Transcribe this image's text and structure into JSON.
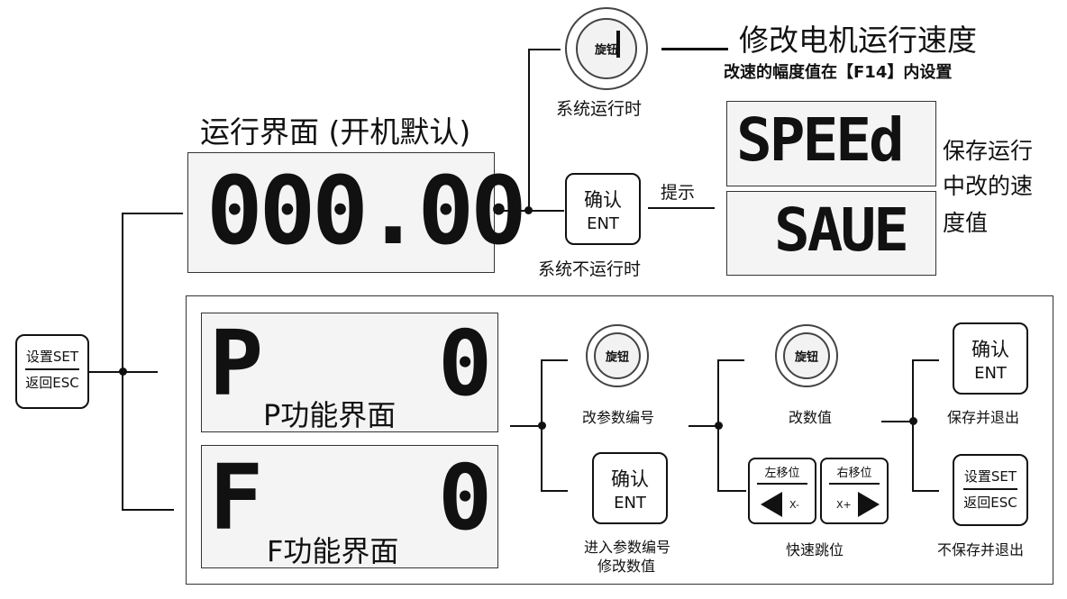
{
  "motor_title": "修改电机运行速度",
  "motor_sub": "改速的幅度值在【F14】内设置",
  "run_title": "运行界面 (开机默认)",
  "run_display": "000.00",
  "knob_label": "旋钮",
  "knob1_caption": "系统运行时",
  "ent_top": "确认",
  "ent_bottom": "ENT",
  "ent1_caption": "系统不运行时",
  "hint_label": "提示",
  "speed_display": "SPEEd",
  "save_display": "SAUE",
  "save_note_1": "保存运行",
  "save_note_2": "中改的速",
  "save_note_3": "度值",
  "set_label": "设置SET",
  "esc_label": "返回ESC",
  "p_letter": "P",
  "p_value": "0",
  "p_caption": "P功能界面",
  "f_letter": "F",
  "f_value": "0",
  "f_caption": "F功能界面",
  "knob2_caption": "改参数编号",
  "ent2_caption_1": "进入参数编号",
  "ent2_caption_2": "修改数值",
  "knob3_caption": "改数值",
  "left_shift": "左移位",
  "right_shift": "右移位",
  "xminus": "X-",
  "xplus": "X+",
  "quick_jump": "快速跳位",
  "save_exit": "保存并退出",
  "nosave_exit": "不保存并退出"
}
